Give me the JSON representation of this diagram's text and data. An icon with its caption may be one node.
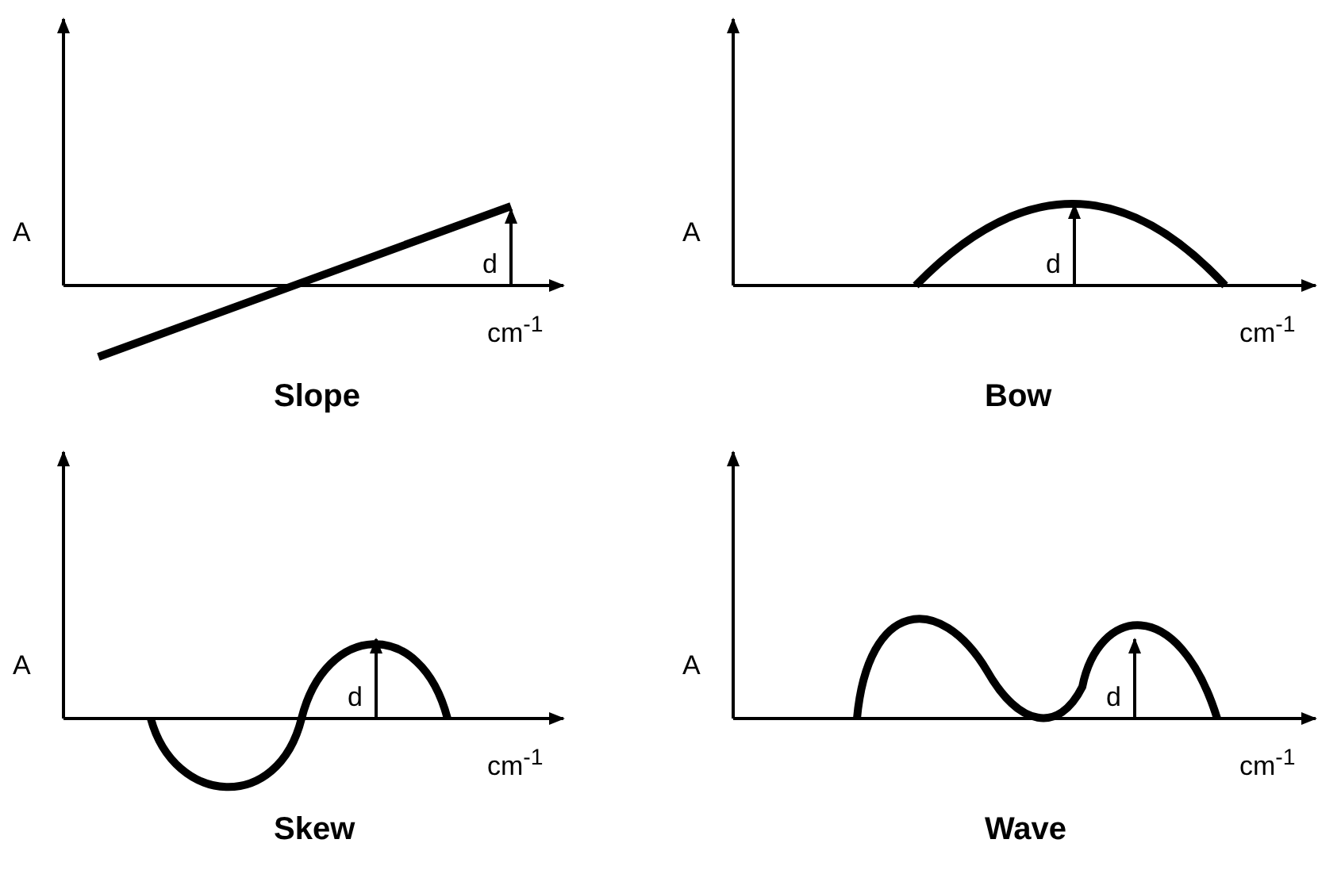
{
  "diagram": {
    "labels": [
      "A",
      "d",
      "cm$^{-1}$",
      "Slope",
      "A",
      "d",
      "cm$^{-1}$",
      "Bow",
      "A",
      "d",
      "cm$^{-1}$",
      "Skew",
      "A",
      "d",
      "cm$^{-1}$",
      "Wave"
    ]
  }
}
